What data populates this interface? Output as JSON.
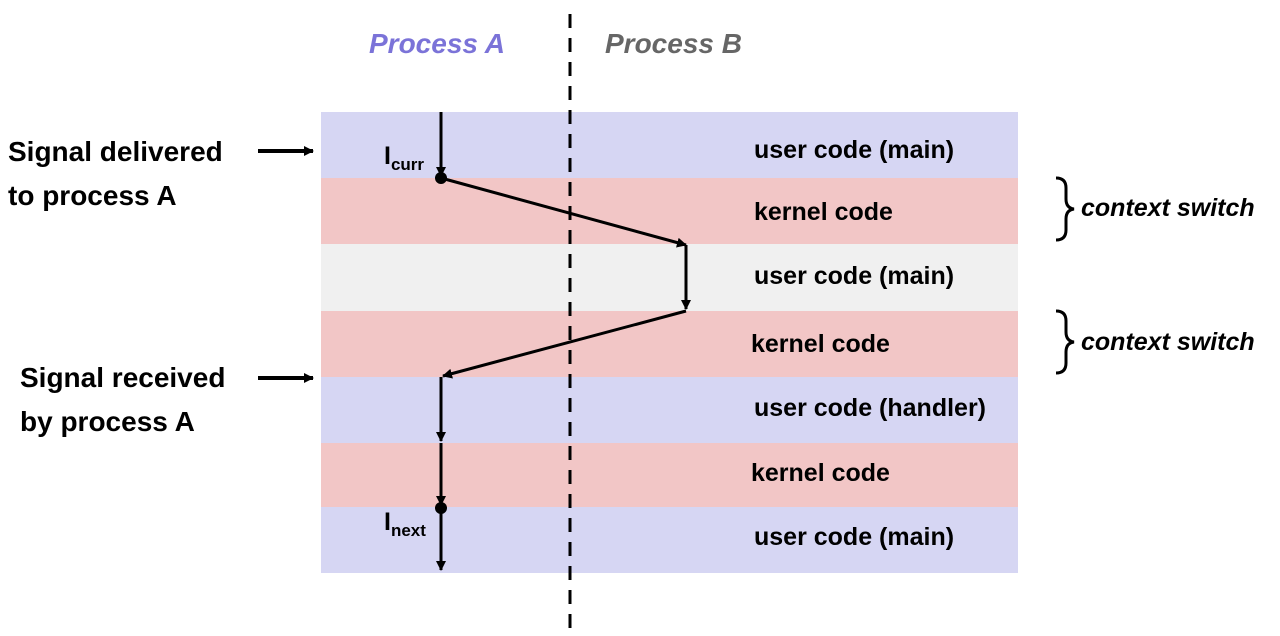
{
  "headers": {
    "process_a": "Process A",
    "process_b": "Process B",
    "process_a_color": "#7b73d8",
    "process_b_color": "#666666"
  },
  "bands": [
    {
      "label": "user code (main)",
      "color": "#d6d6f3"
    },
    {
      "label": "kernel code",
      "color": "#f2c6c6"
    },
    {
      "label": "user code (main)",
      "color": "#f0f0f0"
    },
    {
      "label": "kernel code",
      "color": "#f2c6c6"
    },
    {
      "label": "user code (handler)",
      "color": "#d6d6f3"
    },
    {
      "label": "kernel code",
      "color": "#f2c6c6"
    },
    {
      "label": "user code (main)",
      "color": "#d6d6f3"
    }
  ],
  "annotations": {
    "signal_delivered_line1": "Signal delivered",
    "signal_delivered_line2": "to process A",
    "signal_received_line1": "Signal received",
    "signal_received_line2": "by process A",
    "context_switch_1": "context switch",
    "context_switch_2": "context switch",
    "i_curr_base": "I",
    "i_curr_sub": "curr",
    "i_next_base": "I",
    "i_next_sub": "next"
  }
}
